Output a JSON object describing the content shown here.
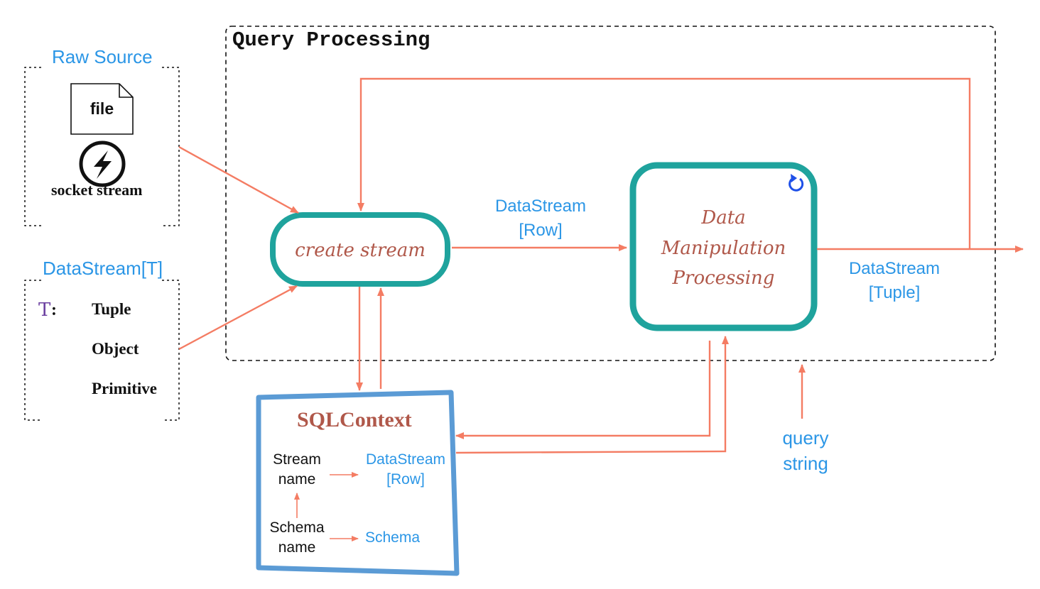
{
  "query_processing": {
    "title": "Query Processing"
  },
  "raw_source": {
    "title": "Raw Source",
    "file_label": "file",
    "socket_label": "socket stream"
  },
  "datastream_t": {
    "title": "DataStream[T]",
    "t_symbol": "T",
    "t_colon": ":",
    "types": [
      "Tuple",
      "Object",
      "Primitive"
    ]
  },
  "create_stream": {
    "label": "create stream"
  },
  "edge_row": {
    "line1": "DataStream",
    "line2": "[Row]"
  },
  "dmp": {
    "line1": "Data",
    "line2": "Manipulation",
    "line3": "Processing"
  },
  "edge_tuple": {
    "line1": "DataStream",
    "line2": "[Tuple]"
  },
  "query_string": {
    "line1": "query",
    "line2": "string"
  },
  "sqlcontext": {
    "title": "SQLContext",
    "stream_name_1": "Stream",
    "stream_name_2": "name",
    "ds_row_1": "DataStream",
    "ds_row_2": "[Row]",
    "schema_name_1": "Schema",
    "schema_name_2": "name",
    "schema": "Schema"
  },
  "colors": {
    "arrow": "#f47c63",
    "teal": "#1fa39d",
    "blue_box": "#5b9bd5",
    "blue_text": "#2b96e6",
    "hand_text": "#b0584a"
  }
}
